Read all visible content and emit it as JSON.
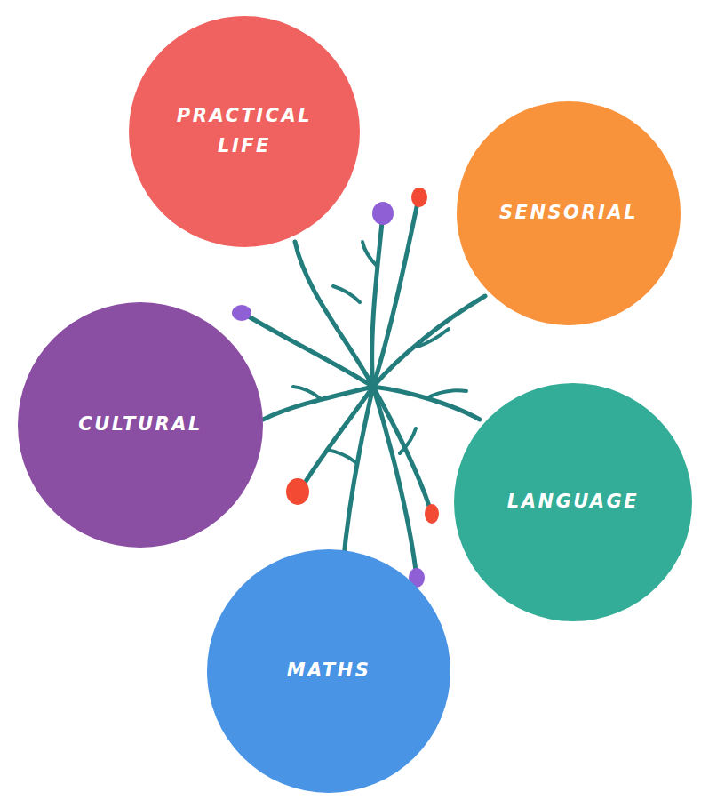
{
  "diagram": {
    "nodes": [
      {
        "text": [
          "PRACTICAL LIFE"
        ]
      },
      {
        "text": [
          "SENSORIAL"
        ]
      },
      {
        "text": [
          "CULTURAL"
        ]
      },
      {
        "text": [
          "LANGUAGE"
        ]
      },
      {
        "text": [
          "MATHS"
        ]
      }
    ]
  }
}
